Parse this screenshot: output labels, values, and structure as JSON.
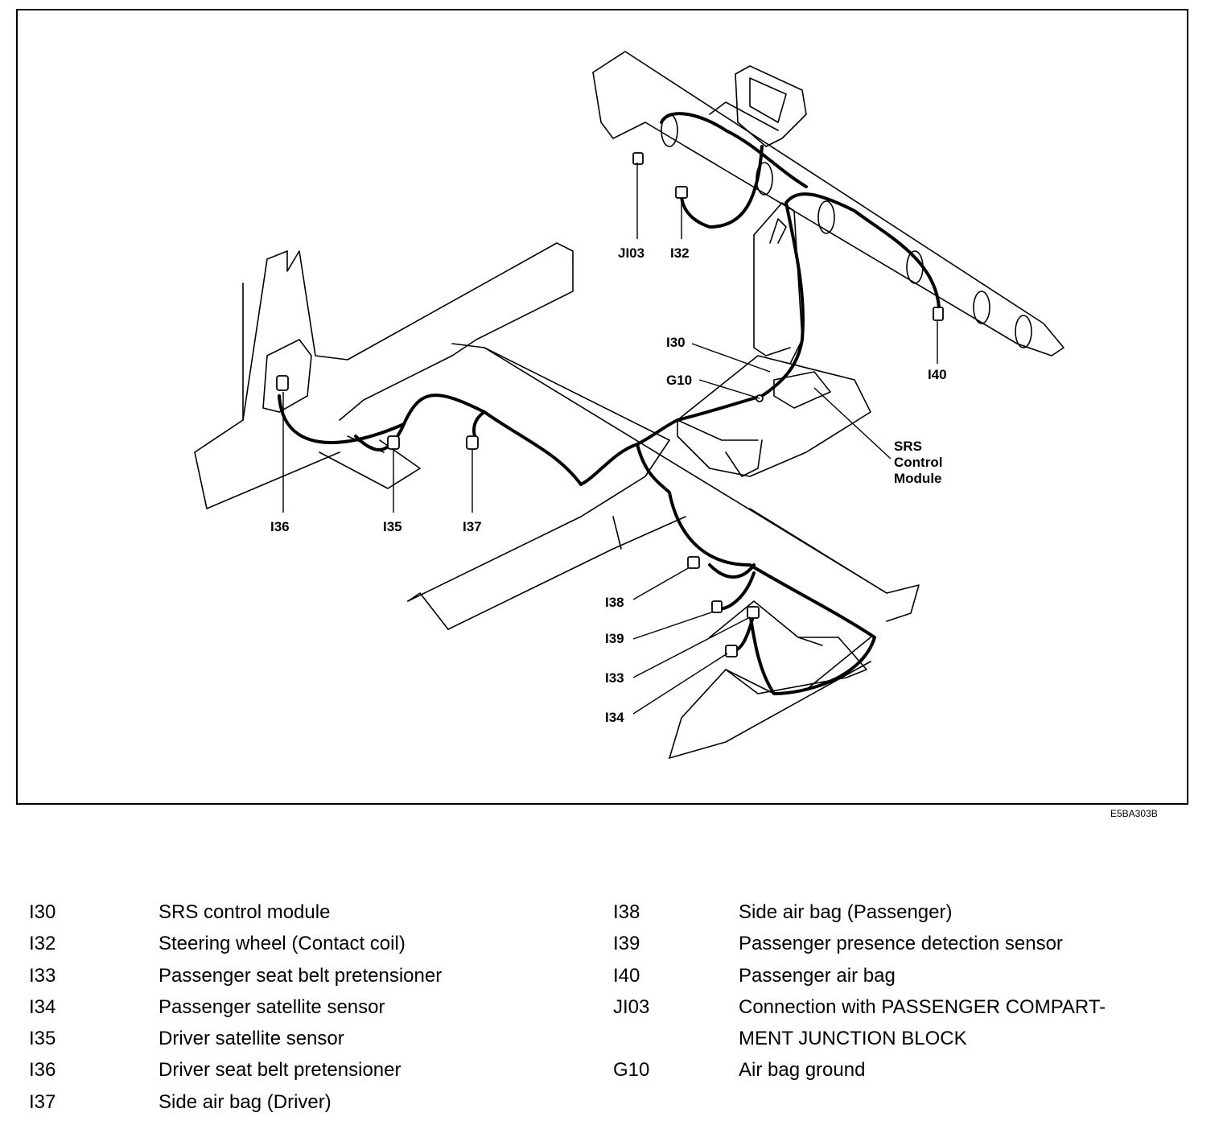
{
  "callouts": {
    "j103": "JI03",
    "i32": "I32",
    "i30": "I30",
    "g10": "G10",
    "i40": "I40",
    "srs_line1": "SRS",
    "srs_line2": "Control",
    "srs_line3": "Module",
    "i36": "I36",
    "i35": "I35",
    "i37": "I37",
    "i38": "I38",
    "i39": "I39",
    "i33": "I33",
    "i34": "I34"
  },
  "figure_code": "E5BA303B",
  "legend_left": [
    {
      "code": "I30",
      "desc": "SRS control module"
    },
    {
      "code": "I32",
      "desc": "Steering wheel (Contact coil)"
    },
    {
      "code": "I33",
      "desc": "Passenger seat belt pretensioner"
    },
    {
      "code": "I34",
      "desc": "Passenger satellite sensor"
    },
    {
      "code": "I35",
      "desc": "Driver satellite sensor"
    },
    {
      "code": "I36",
      "desc": "Driver seat belt pretensioner"
    },
    {
      "code": "I37",
      "desc": "Side air bag (Driver)"
    }
  ],
  "legend_right": [
    {
      "code": "I38",
      "desc": "Side air bag (Passenger)"
    },
    {
      "code": "I39",
      "desc": "Passenger presence detection sensor"
    },
    {
      "code": "I40",
      "desc": "Passenger air bag"
    },
    {
      "code": "JI03",
      "desc": "Connection with PASSENGER COMPART-"
    },
    {
      "code": "",
      "desc": "MENT JUNCTION BLOCK"
    },
    {
      "code": "G10",
      "desc": "Air bag ground"
    }
  ]
}
